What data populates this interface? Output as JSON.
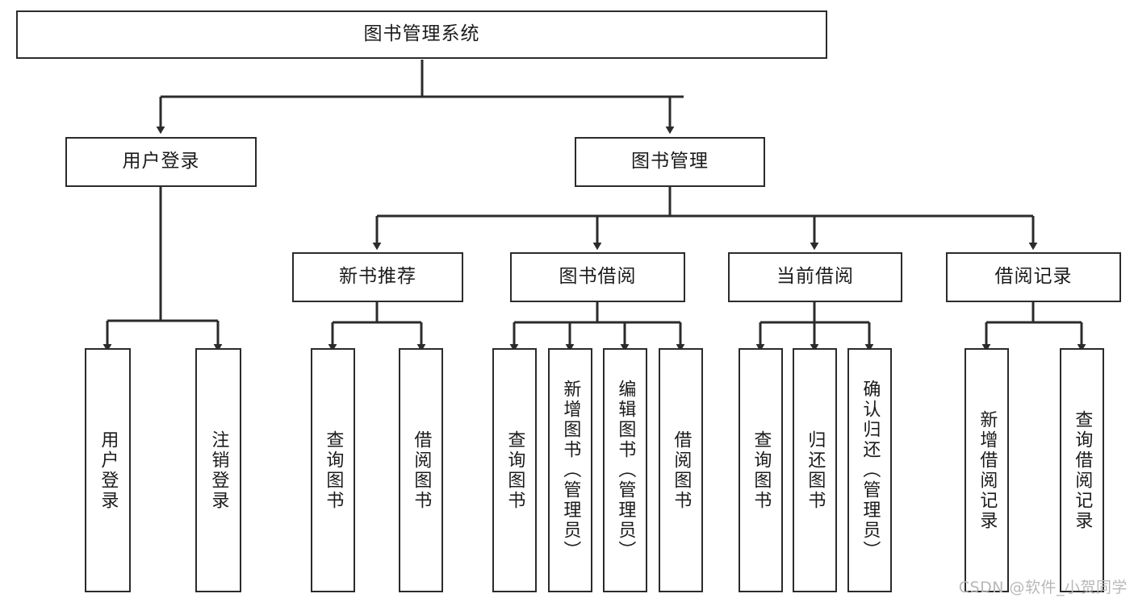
{
  "diagram": {
    "title": "图书管理系统",
    "watermark": "CSDN @软件_小贺同学",
    "line_color": "#2b2b2b",
    "box_fill": "#ffffff",
    "text_color": "#1b1b1b",
    "watermark_color": "#b8b8b8",
    "type": "tree-hierarchy",
    "levels": 4
  },
  "nodes": {
    "root": {
      "label": "图书管理系统",
      "level": 1,
      "orientation": "horizontal"
    },
    "l2": [
      {
        "id": "user-login",
        "label": "用户登录",
        "level": 2,
        "orientation": "horizontal"
      },
      {
        "id": "book-manage",
        "label": "图书管理",
        "level": 2,
        "orientation": "horizontal"
      }
    ],
    "l3": [
      {
        "id": "new-book-recommend",
        "label": "新书推荐",
        "level": 3,
        "orientation": "horizontal",
        "parent": "book-manage"
      },
      {
        "id": "book-borrow",
        "label": "图书借阅",
        "level": 3,
        "orientation": "horizontal",
        "parent": "book-manage"
      },
      {
        "id": "current-borrow",
        "label": "当前借阅",
        "level": 3,
        "orientation": "horizontal",
        "parent": "book-manage"
      },
      {
        "id": "borrow-record",
        "label": "借阅记录",
        "level": 3,
        "orientation": "horizontal",
        "parent": "book-manage"
      }
    ],
    "leaves": [
      {
        "id": "leaf-user-login",
        "label": "用户登录",
        "parent": "user-login"
      },
      {
        "id": "leaf-logout-login",
        "label": "注销登录",
        "parent": "user-login"
      },
      {
        "id": "leaf-query-book-rec",
        "label": "查询图书",
        "parent": "new-book-recommend"
      },
      {
        "id": "leaf-borrow-book-rec",
        "label": "借阅图书",
        "parent": "new-book-recommend"
      },
      {
        "id": "leaf-query-book-brw",
        "label": "查询图书",
        "parent": "book-borrow"
      },
      {
        "id": "leaf-add-book-admin",
        "label": "新增图书（管理员）",
        "parent": "book-borrow"
      },
      {
        "id": "leaf-edit-book-admin",
        "label": "编辑图书（管理员）",
        "parent": "book-borrow"
      },
      {
        "id": "leaf-borrow-book-brw",
        "label": "借阅图书",
        "parent": "book-borrow"
      },
      {
        "id": "leaf-query-book-cur",
        "label": "查询图书",
        "parent": "current-borrow"
      },
      {
        "id": "leaf-return-book",
        "label": "归还图书",
        "parent": "current-borrow"
      },
      {
        "id": "leaf-confirm-return-admin",
        "label": "确认归还（管理员）",
        "parent": "current-borrow"
      },
      {
        "id": "leaf-add-borrow-record",
        "label": "新增借阅记录",
        "parent": "borrow-record"
      },
      {
        "id": "leaf-query-borrow-record",
        "label": "查询借阅记录",
        "parent": "borrow-record"
      }
    ]
  },
  "edges": [
    {
      "from": "图书管理系统",
      "to": "用户登录"
    },
    {
      "from": "图书管理系统",
      "to": "图书管理"
    },
    {
      "from": "图书管理",
      "to": "新书推荐"
    },
    {
      "from": "图书管理",
      "to": "图书借阅"
    },
    {
      "from": "图书管理",
      "to": "当前借阅"
    },
    {
      "from": "图书管理",
      "to": "借阅记录"
    },
    {
      "from": "用户登录",
      "to": "用户登录"
    },
    {
      "from": "用户登录",
      "to": "注销登录"
    },
    {
      "from": "新书推荐",
      "to": "查询图书"
    },
    {
      "from": "新书推荐",
      "to": "借阅图书"
    },
    {
      "from": "图书借阅",
      "to": "查询图书"
    },
    {
      "from": "图书借阅",
      "to": "新增图书（管理员）"
    },
    {
      "from": "图书借阅",
      "to": "编辑图书（管理员）"
    },
    {
      "from": "图书借阅",
      "to": "借阅图书"
    },
    {
      "from": "当前借阅",
      "to": "查询图书"
    },
    {
      "from": "当前借阅",
      "to": "归还图书"
    },
    {
      "from": "当前借阅",
      "to": "确认归还（管理员）"
    },
    {
      "from": "借阅记录",
      "to": "新增借阅记录"
    },
    {
      "from": "借阅记录",
      "to": "查询借阅记录"
    }
  ]
}
